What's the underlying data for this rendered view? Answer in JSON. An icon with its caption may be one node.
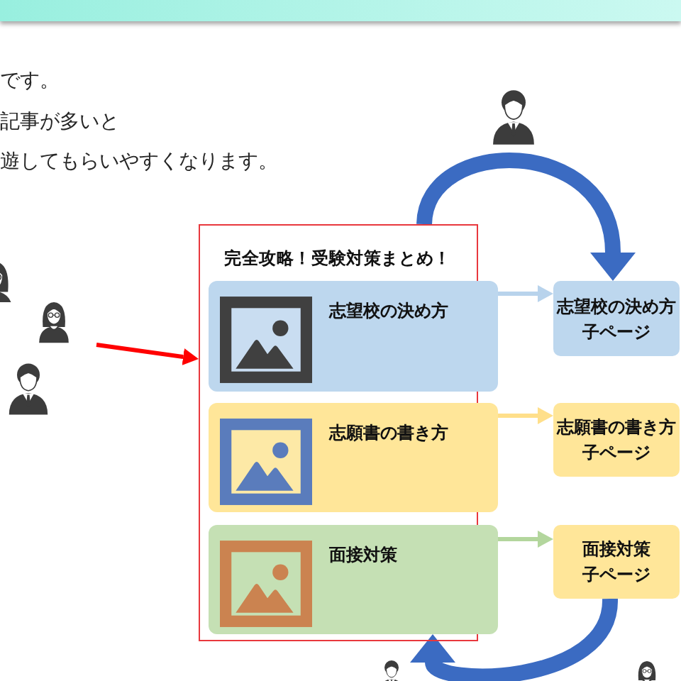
{
  "diagram": {
    "nodes": [
      {
        "text": [
          "完全攻略！受験対策まとめ！"
        ]
      },
      {
        "text": [
          "志望校の決め方"
        ]
      },
      {
        "text": [
          "志願書の書き方"
        ]
      },
      {
        "text": [
          "面接対策"
        ]
      },
      {
        "text": [
          "志望校の決め方",
          "子ページ"
        ]
      },
      {
        "text": [
          "志願書の書き方",
          "子ページ"
        ]
      },
      {
        "text": [
          "面接対策",
          "子ページ"
        ]
      }
    ],
    "edges": [
      {
        "from": null,
        "to": 0,
        "arrow": "to",
        "color": "#ff0000"
      },
      {
        "from": 1,
        "to": 4,
        "arrow": "to",
        "color": "#b8d3ec"
      },
      {
        "from": 2,
        "to": 5,
        "arrow": "to",
        "color": "#ffdf8a"
      },
      {
        "from": 3,
        "to": 6,
        "arrow": "to",
        "color": "#b3d69d"
      },
      {
        "from": 0,
        "to": 4,
        "arrow": "to",
        "style": "thick",
        "color": "#3b6bc2"
      },
      {
        "from": 6,
        "to": 3,
        "arrow": "to",
        "style": "thick",
        "color": "#3b6bc2"
      }
    ],
    "labels": [
      "です。",
      "記事が多いと",
      "遊してもらいやすくなります。"
    ]
  }
}
